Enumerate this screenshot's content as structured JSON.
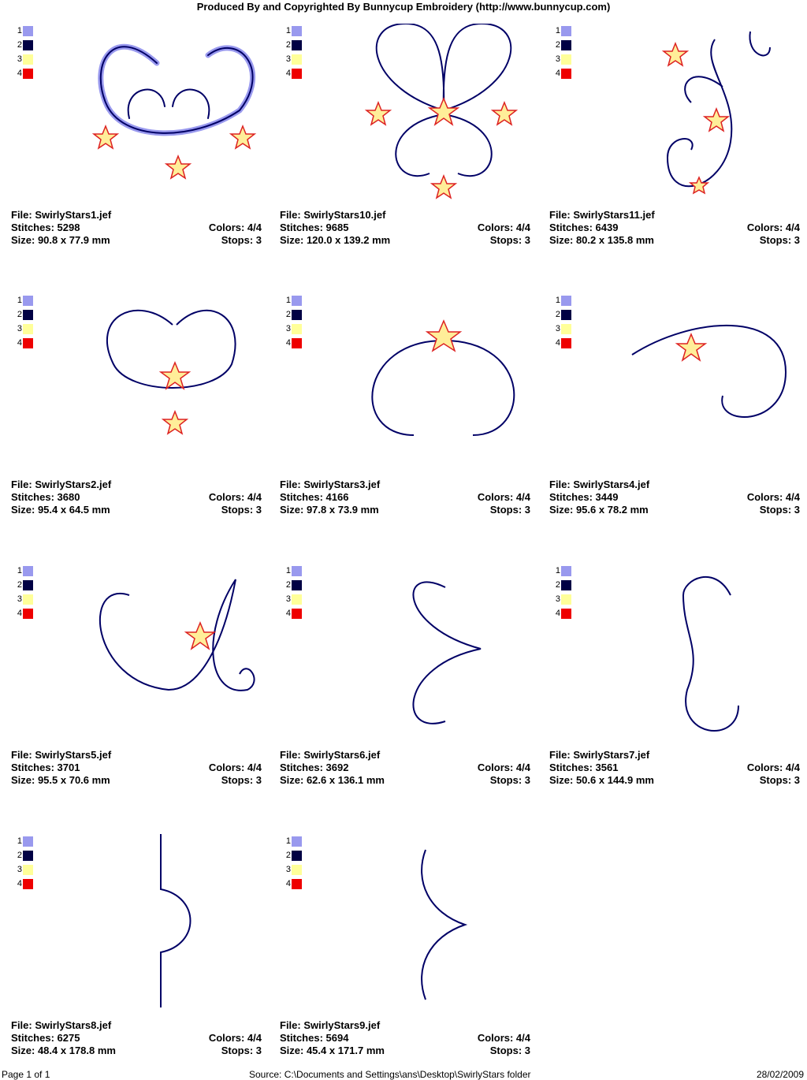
{
  "header": {
    "title": "Produced By and Copyrighted By Bunnycup Embroidery (http://www.bunnycup.com)"
  },
  "palette": [
    {
      "num": "1",
      "color": "#9999ee"
    },
    {
      "num": "2",
      "color": "#000044"
    },
    {
      "num": "3",
      "color": "#ffff99"
    },
    {
      "num": "4",
      "color": "#ee0000"
    }
  ],
  "colors": {
    "thread_outline": "#9999ee",
    "thread_main": "#000066",
    "star_fill": "#ffee99",
    "star_stroke": "#dd2222"
  },
  "designs": [
    {
      "file": "File: SwirlyStars1.jef",
      "stitches": "Stitches: 5298",
      "colors": "Colors: 4/4",
      "size": "Size: 90.8 x 77.9 mm",
      "stops": "Stops: 3"
    },
    {
      "file": "File: SwirlyStars10.jef",
      "stitches": "Stitches: 9685",
      "colors": "Colors: 4/4",
      "size": "Size: 120.0 x 139.2 mm",
      "stops": "Stops: 3"
    },
    {
      "file": "File: SwirlyStars11.jef",
      "stitches": "Stitches: 6439",
      "colors": "Colors: 4/4",
      "size": "Size: 80.2 x 135.8 mm",
      "stops": "Stops: 3"
    },
    {
      "file": "File: SwirlyStars2.jef",
      "stitches": "Stitches: 3680",
      "colors": "Colors: 4/4",
      "size": "Size: 95.4 x 64.5 mm",
      "stops": "Stops: 3"
    },
    {
      "file": "File: SwirlyStars3.jef",
      "stitches": "Stitches: 4166",
      "colors": "Colors: 4/4",
      "size": "Size: 97.8 x 73.9 mm",
      "stops": "Stops: 3"
    },
    {
      "file": "File: SwirlyStars4.jef",
      "stitches": "Stitches: 3449",
      "colors": "Colors: 4/4",
      "size": "Size: 95.6 x 78.2 mm",
      "stops": "Stops: 3"
    },
    {
      "file": "File: SwirlyStars5.jef",
      "stitches": "Stitches: 3701",
      "colors": "Colors: 4/4",
      "size": "Size: 95.5 x 70.6 mm",
      "stops": "Stops: 3"
    },
    {
      "file": "File: SwirlyStars6.jef",
      "stitches": "Stitches: 3692",
      "colors": "Colors: 4/4",
      "size": "Size: 62.6 x 136.1 mm",
      "stops": "Stops: 3"
    },
    {
      "file": "File: SwirlyStars7.jef",
      "stitches": "Stitches: 3561",
      "colors": "Colors: 4/4",
      "size": "Size: 50.6 x 144.9 mm",
      "stops": "Stops: 3"
    },
    {
      "file": "File: SwirlyStars8.jef",
      "stitches": "Stitches: 6275",
      "colors": "Colors: 4/4",
      "size": "Size: 48.4 x 178.8 mm",
      "stops": "Stops: 3"
    },
    {
      "file": "File: SwirlyStars9.jef",
      "stitches": "Stitches: 5694",
      "colors": "Colors: 4/4",
      "size": "Size: 45.4 x 171.7 mm",
      "stops": "Stops: 3"
    }
  ],
  "footer": {
    "page": "Page 1 of 1",
    "source": "Source: C:\\Documents and Settings\\ans\\Desktop\\SwirlyStars folder",
    "date": "28/02/2009"
  }
}
